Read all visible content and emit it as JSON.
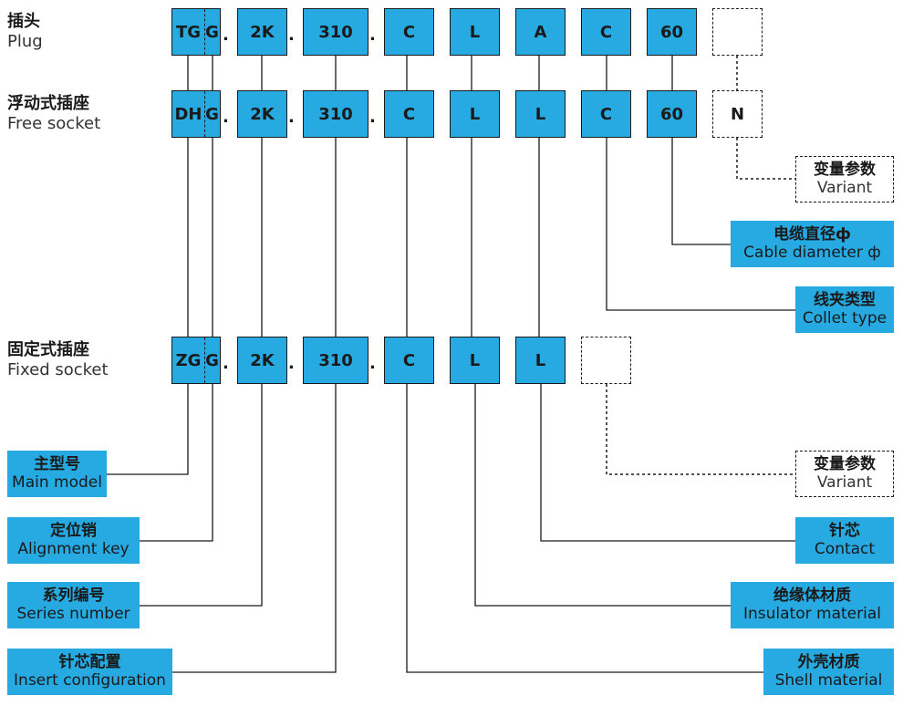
{
  "rows": {
    "plug": {
      "cn": "插头",
      "en": "Plug",
      "codes": [
        "TG",
        "G",
        "2K",
        "310",
        "C",
        "L",
        "A",
        "C",
        "60",
        ""
      ]
    },
    "free_socket": {
      "cn": "浮动式插座",
      "en": "Free socket",
      "codes": [
        "DH",
        "G",
        "2K",
        "310",
        "C",
        "L",
        "L",
        "C",
        "60",
        "N"
      ]
    },
    "fixed_socket": {
      "cn": "固定式插座",
      "en": "Fixed socket",
      "codes": [
        "ZG",
        "G",
        "2K",
        "310",
        "C",
        "L",
        "L",
        ""
      ]
    }
  },
  "dot": ".",
  "labels": {
    "variant_top": {
      "cn": "变量参数",
      "en": "Variant"
    },
    "cable_diameter": {
      "cn": "电缆直径ф",
      "en": "Cable diameter ф"
    },
    "collet_type": {
      "cn": "线夹类型",
      "en": "Collet type"
    },
    "variant_bottom": {
      "cn": "变量参数",
      "en": "Variant"
    },
    "contact": {
      "cn": "针芯",
      "en": "Contact"
    },
    "insulator_material": {
      "cn": "绝缘体材质",
      "en": "Insulator material"
    },
    "shell_material": {
      "cn": "外壳材质",
      "en": "Shell material"
    },
    "main_model": {
      "cn": "主型号",
      "en": "Main model"
    },
    "alignment_key": {
      "cn": "定位销",
      "en": "Alignment key"
    },
    "series_number": {
      "cn": "系列编号",
      "en": "Series number"
    },
    "insert_configuration": {
      "cn": "针芯配置",
      "en": "Insert configuration"
    }
  },
  "colors": {
    "box_fill": "#27a9e1",
    "line": "#1a1a1a"
  }
}
